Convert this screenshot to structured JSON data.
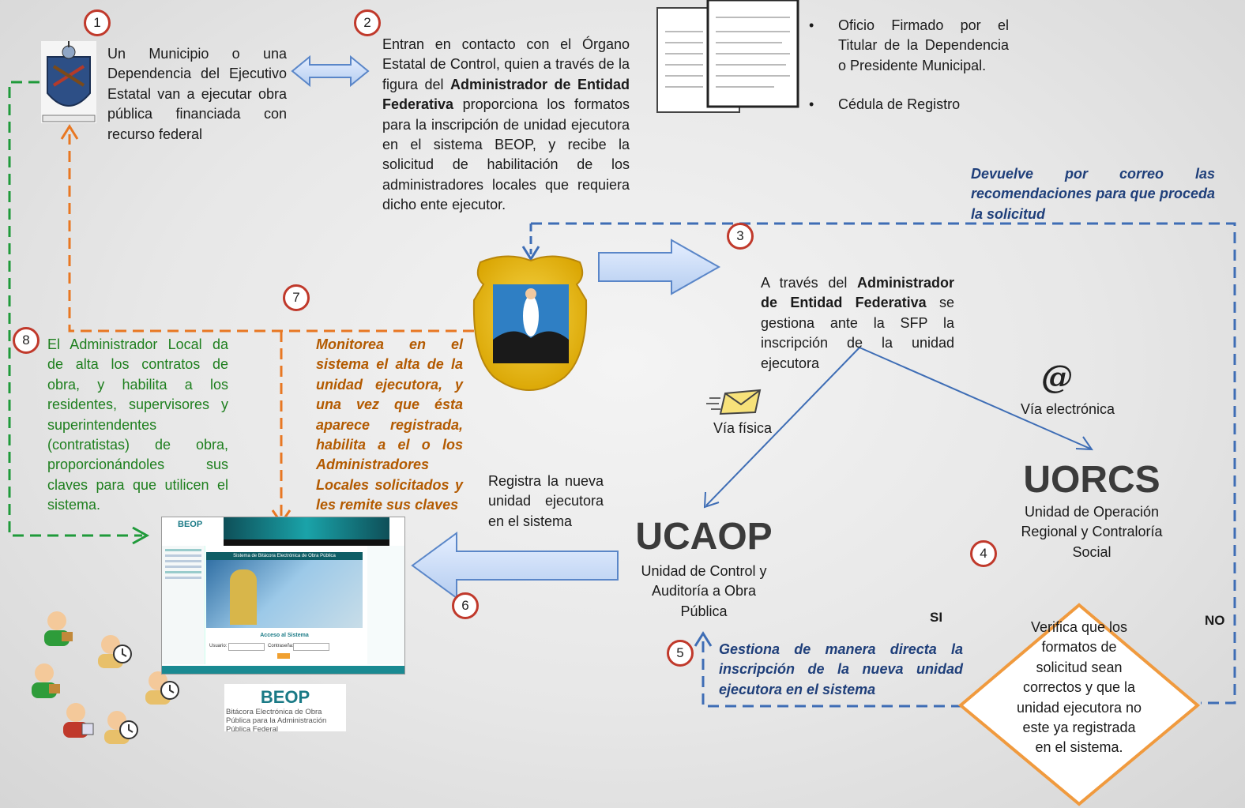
{
  "steps": {
    "s1": {
      "num": "1",
      "text": "Un Municipio o una Dependencia del Ejecutivo Estatal van a ejecutar obra pública financiada con recurso federal"
    },
    "s2": {
      "num": "2",
      "text_before": "Entran en contacto con el Órgano Estatal de Control, quien a través de la figura del ",
      "bold": "Administrador de Entidad Federativa",
      "text_after": " proporciona los formatos para la inscripción de unidad ejecutora en el sistema BEOP, y recibe la solicitud de habilitación de los administradores locales que requiera dicho ente ejecutor."
    },
    "s3": {
      "num": "3",
      "text_before": "A través del ",
      "bold": "Administrador de Entidad Federativa",
      "text_after": " se gestiona ante la SFP la inscripción de la unidad ejecutora"
    },
    "s4": {
      "num": "4"
    },
    "s5": {
      "num": "5",
      "text": "Gestiona de manera directa la inscripción de la nueva unidad ejecutora en el sistema"
    },
    "s6": {
      "num": "6",
      "text": "Registra la nueva unidad ejecutora en el sistema"
    },
    "s7": {
      "num": "7",
      "text": "Monitorea en el sistema el alta de la unidad ejecutora, y una vez que ésta aparece registrada, habilita a el o los Administradores Locales solicitados y les remite sus claves"
    },
    "s8": {
      "num": "8",
      "text": "El Administrador Local da de alta los contratos de obra, y habilita a los residentes, supervisores y superintendentes (contratistas) de obra, proporcionándoles sus claves para que utilicen el sistema."
    }
  },
  "documents": {
    "item1": "Oficio Firmado por el Titular de la Dependencia o Presidente Municipal.",
    "item2": "Cédula de Registro"
  },
  "return_note": "Devuelve por correo las recomendaciones para que proceda la solicitud",
  "via_fisica": "Vía física",
  "via_electronica": "Vía electrónica",
  "at_symbol": "@",
  "ucaop": {
    "acronym": "UCAOP",
    "name": "Unidad de Control y Auditoría a Obra Pública"
  },
  "uorcs": {
    "acronym": "UORCS",
    "name": "Unidad de Operación Regional y Contraloría Social"
  },
  "decision": {
    "text": "Verifica que los formatos de solicitud sean correctos y que la unidad ejecutora no este ya registrada en el sistema.",
    "yes": "SI",
    "no": "NO"
  },
  "beop": {
    "logo": "BEOP",
    "subtitle": "Bitácora Electrónica de Obra Pública para la Administración Pública Federal",
    "banner": "Sistema de Bitácora Electrónica de Obra Pública",
    "login_title": "Acceso al Sistema",
    "user_label": "Usuario:",
    "pass_label": "Contraseña:"
  },
  "colors": {
    "orange": "#e87722",
    "green": "#1f9a3a",
    "blue": "#3e6db5",
    "red_circle": "#c0392b",
    "arrow_fill": "#c9dcf5"
  }
}
